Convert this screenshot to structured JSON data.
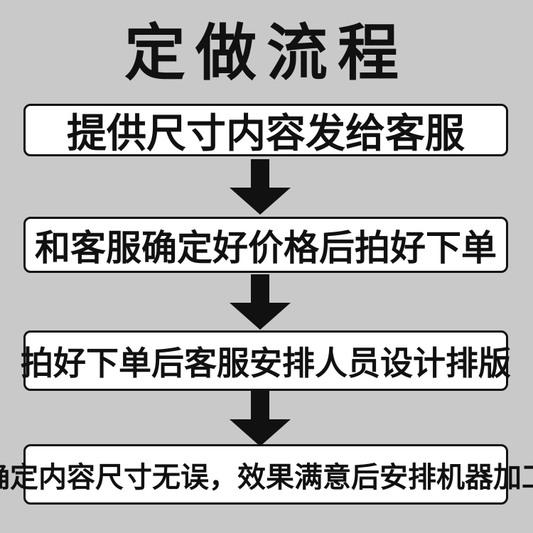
{
  "title": "定做流程",
  "steps": [
    "提供尺寸内容发给客服",
    "和客服确定好价格后拍好下单",
    "拍好下单后客服安排人员设计排版",
    "确定内容尺寸无误，效果满意后安排机器加工"
  ],
  "colors": {
    "background": "#c9c9c9",
    "box": "#ffffff",
    "ink": "#111111"
  }
}
